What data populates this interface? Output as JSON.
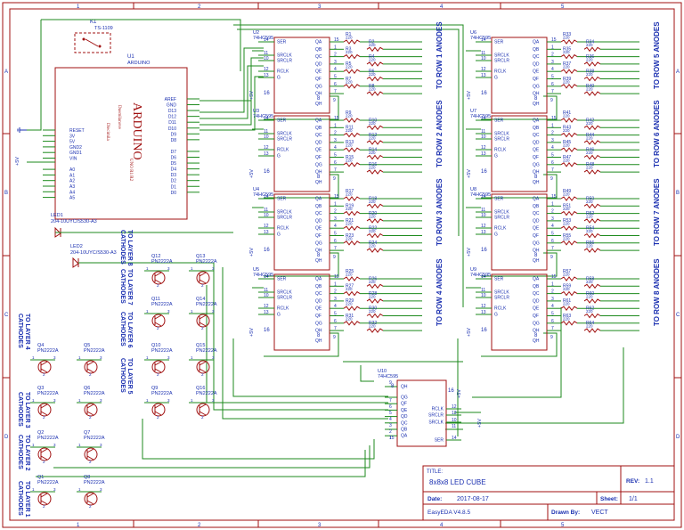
{
  "frame": {
    "cols_top": [
      "1",
      "2",
      "3",
      "4",
      "5"
    ],
    "rows_left": [
      "A",
      "B",
      "C",
      "D"
    ]
  },
  "relay": {
    "ref": "K1",
    "part": "TS-1109"
  },
  "arduino": {
    "ref": "U1",
    "part": "ARDUINO",
    "logo": "ARDUINO",
    "sub1": "Duemilanove",
    "sub2": "Diecimila",
    "sub3": "UNO R1/R2",
    "left_pins": [
      "RESET",
      "3V",
      "5V",
      "GND2",
      "GND1",
      "VIN",
      "",
      "A0",
      "A1",
      "A2",
      "A3",
      "A4",
      "A5"
    ],
    "right_pins": [
      "AREF",
      "GND",
      "D13",
      "D12",
      "D11",
      "D10",
      "D9",
      "D8",
      "",
      "D7",
      "D6",
      "D5",
      "D4",
      "D3",
      "D2",
      "D1",
      "D0"
    ]
  },
  "leds": [
    {
      "ref": "LED1",
      "part": "204-10UYC/S530-A3"
    },
    {
      "ref": "LED2",
      "part": "204-10UYC/S530-A3"
    }
  ],
  "shift_regs": [
    {
      "ref": "U2",
      "part": "74HC595",
      "label": "TO ROW 1 ANODES",
      "res": [
        "R1",
        "R2",
        "R3",
        "R4",
        "R5",
        "R6",
        "R7",
        "R8"
      ]
    },
    {
      "ref": "U3",
      "part": "74HC595",
      "label": "TO ROW 2 ANODES",
      "res": [
        "R9",
        "R10",
        "R11",
        "R12",
        "R13",
        "R14",
        "R15",
        "R16"
      ]
    },
    {
      "ref": "U4",
      "part": "74HC595",
      "label": "TO ROW 3 ANODES",
      "res": [
        "R17",
        "R18",
        "R19",
        "R20",
        "R21",
        "R22",
        "R23",
        "R24"
      ]
    },
    {
      "ref": "U5",
      "part": "74HC595",
      "label": "TO ROW 4 ANODES",
      "res": [
        "R25",
        "R26",
        "R27",
        "R28",
        "R29",
        "R30",
        "R31",
        "R32"
      ]
    },
    {
      "ref": "U6",
      "part": "74HC595",
      "label": "TO ROW 5 ANODES",
      "res": [
        "R33",
        "R34",
        "R35",
        "R36",
        "R37",
        "R38",
        "R39",
        "R40"
      ]
    },
    {
      "ref": "U7",
      "part": "74HC595",
      "label": "TO ROW 6 ANODES",
      "res": [
        "R41",
        "R42",
        "R43",
        "R44",
        "R45",
        "R46",
        "R47",
        "R48"
      ]
    },
    {
      "ref": "U8",
      "part": "74HC595",
      "label": "TO ROW 7 ANODES",
      "res": [
        "R49",
        "R50",
        "R51",
        "R52",
        "R53",
        "R54",
        "R55",
        "R56"
      ]
    },
    {
      "ref": "U9",
      "part": "74HC595",
      "label": "TO ROW 8 ANODES",
      "res": [
        "R57",
        "R58",
        "R59",
        "R60",
        "R61",
        "R62",
        "R63",
        "R64"
      ]
    }
  ],
  "sr_pins_left": {
    "ser": "SER",
    "srclk": "SRCLK",
    "srclr": "SRCLR",
    "rclk": "RCLK",
    "oe": "G",
    "p14": "14",
    "p11": "11",
    "p10": "10",
    "p12": "12",
    "p13": "13",
    "p16": "16",
    "p8": "8",
    "vcc": "+5V"
  },
  "sr_pins_right": [
    "QA",
    "QB",
    "QC",
    "QD",
    "QE",
    "QF",
    "QG",
    "QH"
  ],
  "sr_pin_nums_right": [
    "15",
    "1",
    "2",
    "3",
    "4",
    "5",
    "6",
    "7"
  ],
  "sr_qh": {
    "name": "QH",
    "num": "9"
  },
  "res_value": "220",
  "u10": {
    "ref": "U10",
    "part": "74HC595",
    "pins_left": [
      "QH",
      "QG",
      "QF",
      "QE",
      "QD",
      "QC",
      "QB",
      "QA"
    ],
    "nums_left": [
      "9",
      "3",
      "7",
      "6",
      "5",
      "4",
      "3",
      "2",
      "1",
      "15"
    ],
    "pins_right": [
      "RCLK",
      "SRCLR",
      "SRCLK",
      "SER"
    ],
    "nums_right": [
      "12",
      "13",
      "10",
      "11",
      "14"
    ]
  },
  "transistors": [
    {
      "ref": "Q1",
      "part": "PN2222A"
    },
    {
      "ref": "Q2",
      "part": "PN2222A"
    },
    {
      "ref": "Q3",
      "part": "PN2222A"
    },
    {
      "ref": "Q4",
      "part": "PN2222A"
    },
    {
      "ref": "Q5",
      "part": "PN2222A"
    },
    {
      "ref": "Q6",
      "part": "PN2222A"
    },
    {
      "ref": "Q7",
      "part": "PN2222A"
    },
    {
      "ref": "Q8",
      "part": "PN2222A"
    },
    {
      "ref": "Q9",
      "part": "PN2222A"
    },
    {
      "ref": "Q10",
      "part": "PN2222A"
    },
    {
      "ref": "Q11",
      "part": "PN2222A"
    },
    {
      "ref": "Q12",
      "part": "PN2222A"
    },
    {
      "ref": "Q13",
      "part": "PN2222A"
    },
    {
      "ref": "Q14",
      "part": "PN2222A"
    },
    {
      "ref": "Q15",
      "part": "PN2222A"
    },
    {
      "ref": "Q16",
      "part": "PN2222A"
    }
  ],
  "cathode_labels": {
    "l1": "TO LAYER 1 CATHODES",
    "l2": "TO LAYER 2 CATHODES",
    "l3": "TO LAYER 3 CATHODES",
    "l4": "TO LAYER 4 CATHODES",
    "l5": "TO LAYER 5 CATHODES",
    "l6": "TO LAYER 6 CATHODES",
    "l7": "TO LAYER 7 CATHODES",
    "l8": "TO LAYER 8 CATHODES"
  },
  "title_block": {
    "title_label": "TITLE:",
    "title": "8x8x8 LED CUBE",
    "rev_label": "REV:",
    "rev": "1.1",
    "date_label": "Date:",
    "date": "2017-08-17",
    "sheet_label": "Sheet:",
    "sheet": "1/1",
    "tool": "EasyEDA V4.8.5",
    "drawn_label": "Drawn By:",
    "drawn": "VECT"
  },
  "colors": {
    "frame": "#a01010",
    "wire": "#1c8a1c",
    "text": "#1a2fb0",
    "body": "#a01010"
  }
}
